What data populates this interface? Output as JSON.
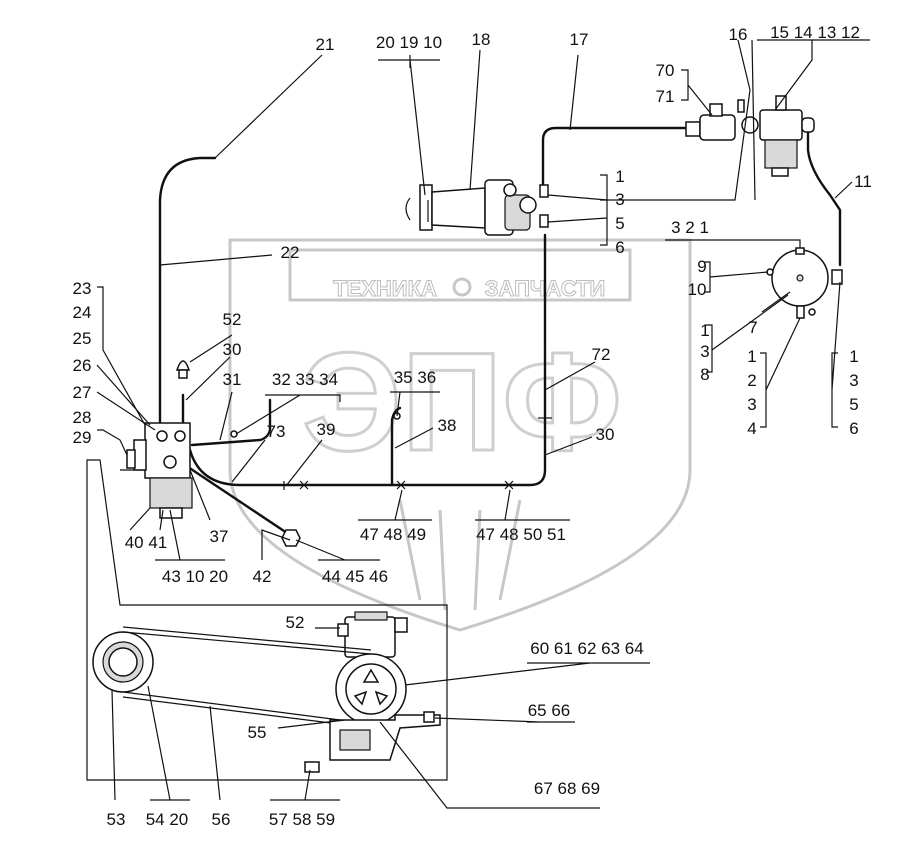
{
  "watermark": {
    "title_left": "ТЕХНИКА",
    "title_right": "ЗАПЧАСТИ",
    "letters": "ЭПФ"
  },
  "labels": {
    "l21": "21",
    "l20_19_10": "20 19 10",
    "l18": "18",
    "l17": "17",
    "l16": "16",
    "l15_14_13_12": "15 14 13 12",
    "l70": "70",
    "l71": "71",
    "l11": "11",
    "l22": "22",
    "r1": "1",
    "r3": "3",
    "r5": "5",
    "r6": "6",
    "l3_2_1": "3  2  1",
    "l9": "9",
    "l10": "10",
    "l7": "7",
    "a1": "1",
    "a3": "3",
    "a8": "8",
    "b1": "1",
    "b2": "2",
    "b3": "3",
    "b4": "4",
    "c1": "1",
    "c3": "3",
    "c5": "5",
    "c6": "6",
    "l23": "23",
    "l24": "24",
    "l25": "25",
    "l26": "26",
    "l27": "27",
    "l28": "28",
    "l29": "29",
    "l52a": "52",
    "l30a": "30",
    "l31": "31",
    "l32_33_34": "32  33  34",
    "l35_36": "35  36",
    "l72": "72",
    "l73": "73",
    "l39": "39",
    "l38": "38",
    "l30b": "30",
    "l40_41": "40  41",
    "l37": "37",
    "l43_10_20": "43  10  20",
    "l42": "42",
    "l44_45_46": "44  45  46",
    "l47_48_49": "47  48  49",
    "l47_48_50_51": "47  48  50  51",
    "l52b": "52",
    "l60_64": "60 61 62 63 64",
    "l65_66": "65 66",
    "l55": "55",
    "l67_69": "67 68 69",
    "l53": "53",
    "l54_20": "54  20",
    "l56": "56",
    "l57_59": "57  58  59"
  }
}
